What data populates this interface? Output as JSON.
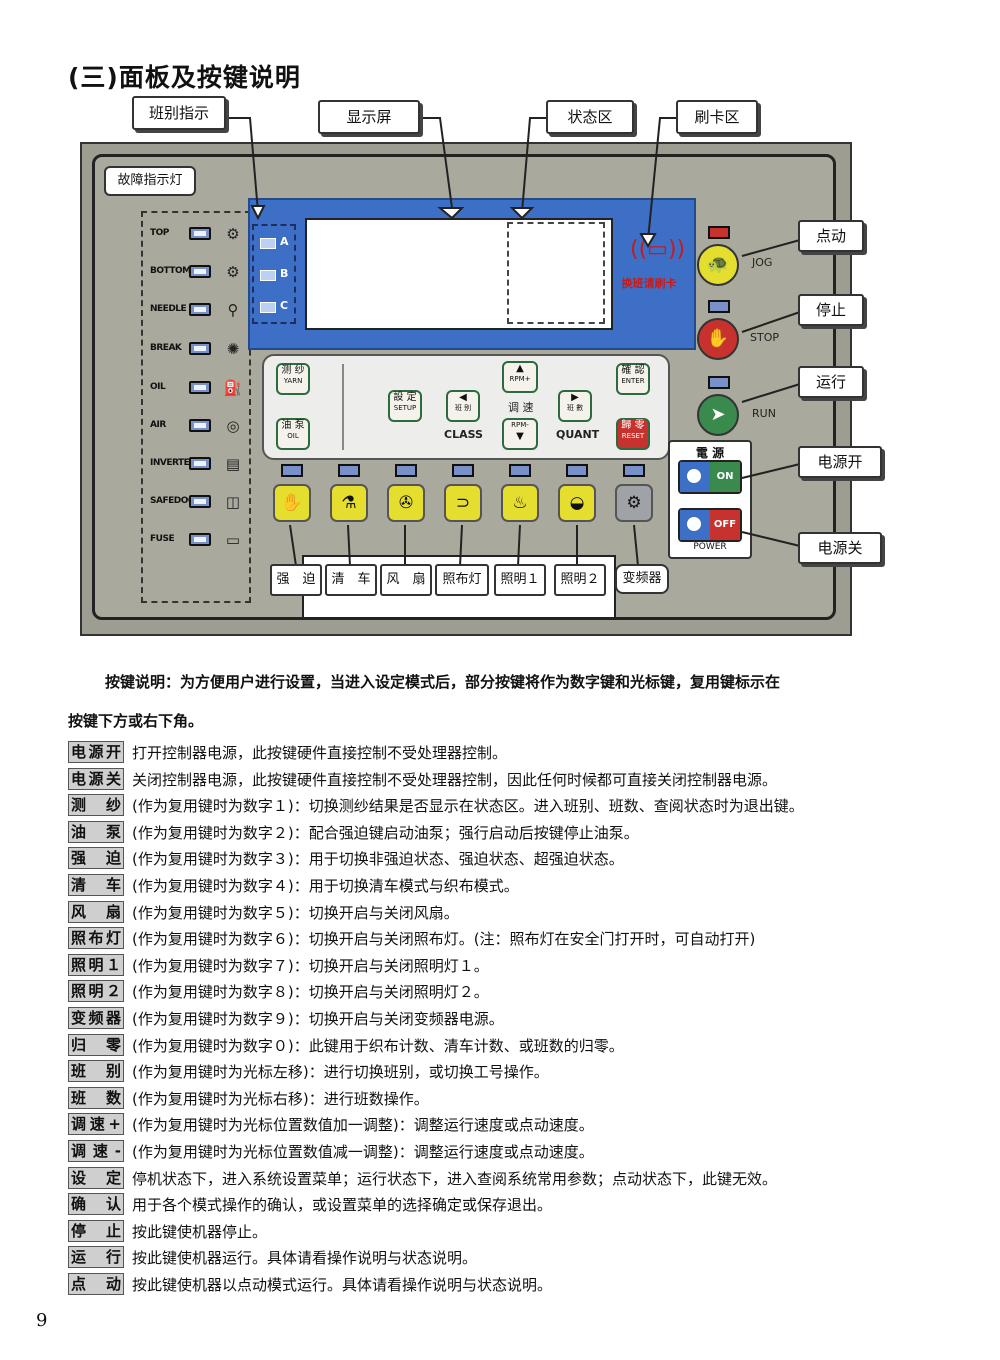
{
  "title": "(三)面板及按键说明",
  "callouts": {
    "shift_indicator": "班别指示",
    "display": "显示屏",
    "status_area": "状态区",
    "card_area": "刷卡区",
    "fault_lamps": "故障指示灯",
    "jog": "点动",
    "stop": "停止",
    "run": "运行",
    "power_on": "电源开",
    "power_off": "电源关",
    "force": "强　迫",
    "clean": "清　车",
    "fan": "风　扇",
    "cloth_light": "照布灯",
    "light1": "照明１",
    "light2": "照明２",
    "inverter": "变频器"
  },
  "fault_lamps": [
    "TOP",
    "BOTTOM",
    "NEEDLE",
    "BREAK",
    "OIL",
    "AIR",
    "INVERTER",
    "SAFEDOOR",
    "FUSE"
  ],
  "shift_labels": [
    "A",
    "B",
    "C"
  ],
  "card_text": "换班请刷卡",
  "keypad": {
    "yarn": {
      "cn": "测 纱",
      "en": "YARN"
    },
    "oil": {
      "cn": "油 泵",
      "en": "OIL"
    },
    "setup": {
      "cn": "設 定",
      "en": "SETUP"
    },
    "class_key": "班 别",
    "class_label": "CLASS",
    "rpm_up": "RPM+",
    "speed": "调 速",
    "rpm_down": "RPM-",
    "quant_key": "班 數",
    "quant_label": "QUANT",
    "enter": {
      "cn": "確 認",
      "en": "ENTER"
    },
    "reset": {
      "cn": "歸 零",
      "en": "RESET"
    }
  },
  "panel_buttons": {
    "jog": "JOG",
    "stop": "STOP",
    "run": "RUN",
    "power_title": "電 源",
    "on": "ON",
    "off": "OFF",
    "power": "POWER"
  },
  "intro": {
    "line1": "按键说明：为方便用户进行设置，当进入设定模式后，部分按键将作为数字键和光标键，复用键标示在",
    "line2": "按键下方或右下角。"
  },
  "descriptions": [
    {
      "key": "电源开",
      "text": "打开控制器电源，此按键硬件直接控制不受处理器控制。"
    },
    {
      "key": "电源关",
      "text": "关闭控制器电源，此按键硬件直接控制不受处理器控制，因此任何时候都可直接关闭控制器电源。"
    },
    {
      "key": "测纱",
      "text": "(作为复用键时为数字１)：切换测纱结果是否显示在状态区。进入班别、班数、查阅状态时为退出键。"
    },
    {
      "key": "油泵",
      "text": "(作为复用键时为数字２)：配合强迫键启动油泵；强行启动后按键停止油泵。"
    },
    {
      "key": "强迫",
      "text": "(作为复用键时为数字３)：用于切换非强迫状态、强迫状态、超强迫状态。"
    },
    {
      "key": "清车",
      "text": "(作为复用键时为数字４)：用于切换清车模式与织布模式。"
    },
    {
      "key": "风扇",
      "text": "(作为复用键时为数字５)：切换开启与关闭风扇。"
    },
    {
      "key": "照布灯",
      "text": "(作为复用键时为数字６)：切换开启与关闭照布灯。(注：照布灯在安全门打开时，可自动打开)"
    },
    {
      "key": "照明１",
      "text": "(作为复用键时为数字７)：切换开启与关闭照明灯１。"
    },
    {
      "key": "照明２",
      "text": "(作为复用键时为数字８)：切换开启与关闭照明灯２。"
    },
    {
      "key": "变频器",
      "text": "(作为复用键时为数字９)：切换开启与关闭变频器电源。"
    },
    {
      "key": "归零",
      "text": "(作为复用键时为数字０)：此键用于织布计数、清车计数、或班数的归零。"
    },
    {
      "key": "班别",
      "text": "(作为复用键时为光标左移)：进行切换班别，或切换工号操作。"
    },
    {
      "key": "班数",
      "text": "(作为复用键时为光标右移)：进行班数操作。"
    },
    {
      "key": "调速+",
      "text": "(作为复用键时为光标位置数值加一调整)：调整运行速度或点动速度。"
    },
    {
      "key": "调速-",
      "text": "(作为复用键时为光标位置数值减一调整)：调整运行速度或点动速度。"
    },
    {
      "key": "设定",
      "text": "停机状态下，进入系统设置菜单；运行状态下，进入查阅系统常用参数；点动状态下，此键无效。"
    },
    {
      "key": "确认",
      "text": "用于各个模式操作的确认，或设置菜单的选择确定或保存退出。"
    },
    {
      "key": "停止",
      "text": "按此键使机器停止。"
    },
    {
      "key": "运行",
      "text": "按此键使机器运行。具体请看操作说明与状态说明。"
    },
    {
      "key": "点动",
      "text": "按此键使机器以点动模式运行。具体请看操作说明与状态说明。"
    }
  ],
  "page_number": "9",
  "colors": {
    "panel": "#a9a99d",
    "display_blue": "#3e6fc6",
    "button_yellow": "#e6de2f",
    "led_blue": "#7a90c8"
  }
}
